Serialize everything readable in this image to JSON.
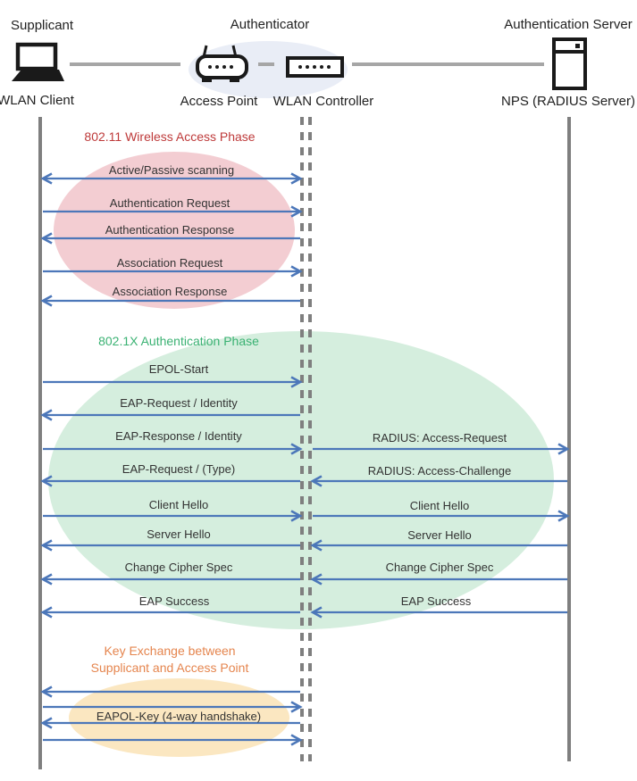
{
  "colors": {
    "arrow": "#4C77B9",
    "lifeline": "#7F7F7F",
    "connector": "#A6A6A6",
    "icon": "#1A1A1A",
    "message_text": "#333333",
    "authenticator_highlight": "#E9EDF6"
  },
  "header": {
    "roles": [
      {
        "label": "Supplicant"
      },
      {
        "label": "Authenticator"
      },
      {
        "label": "Authentication Server"
      }
    ],
    "devices": [
      {
        "label": "WLAN Client",
        "icon": "laptop-icon"
      },
      {
        "label": "Access Point",
        "icon": "access-point-icon"
      },
      {
        "label": "WLAN Controller",
        "icon": "wlan-controller-icon"
      },
      {
        "label": "NPS (RADIUS Server)",
        "icon": "server-icon"
      }
    ]
  },
  "phases": [
    {
      "title": "802.11 Wireless Access Phase",
      "title_color": "#BE3A3A",
      "ellipse_color": "#F3CDD2",
      "messages": [
        {
          "label": "Active/Passive scanning",
          "direction": "both",
          "segment": "client-controller"
        },
        {
          "label": "Authentication Request",
          "direction": "right",
          "segment": "client-controller"
        },
        {
          "label": "Authentication Response",
          "direction": "left",
          "segment": "client-controller"
        },
        {
          "label": "Association Request",
          "direction": "right",
          "segment": "client-controller"
        },
        {
          "label": "Association Response",
          "direction": "left",
          "segment": "client-controller"
        }
      ]
    },
    {
      "title": "802.1X Authentication Phase",
      "title_color": "#3BB273",
      "ellipse_color": "#D5EEDE",
      "left_messages": [
        {
          "label": "EPOL-Start",
          "direction": "right",
          "segment": "client-controller"
        },
        {
          "label": "EAP-Request / Identity",
          "direction": "left",
          "segment": "client-controller"
        },
        {
          "label": "EAP-Response / Identity",
          "direction": "right",
          "segment": "client-controller"
        },
        {
          "label": "EAP-Request / (Type)",
          "direction": "left",
          "segment": "client-controller"
        },
        {
          "label": "Client Hello",
          "direction": "right",
          "segment": "client-controller"
        },
        {
          "label": "Server Hello",
          "direction": "left",
          "segment": "client-controller"
        },
        {
          "label": "Change Cipher Spec",
          "direction": "left",
          "segment": "client-controller"
        },
        {
          "label": "EAP Success",
          "direction": "left",
          "segment": "client-controller"
        }
      ],
      "right_messages": [
        {
          "label": "RADIUS: Access-Request",
          "direction": "right",
          "segment": "controller-server"
        },
        {
          "label": "RADIUS: Access-Challenge",
          "direction": "left",
          "segment": "controller-server"
        },
        {
          "label": "Client Hello",
          "direction": "right",
          "segment": "controller-server"
        },
        {
          "label": "Server Hello",
          "direction": "left",
          "segment": "controller-server"
        },
        {
          "label": "Change Cipher Spec",
          "direction": "left",
          "segment": "controller-server"
        },
        {
          "label": "EAP Success",
          "direction": "left",
          "segment": "controller-server"
        }
      ]
    },
    {
      "title_line1": "Key Exchange between",
      "title_line2": "Supplicant and Access Point",
      "title_color": "#E5854E",
      "ellipse_color": "#FBE7C1",
      "label": "EAPOL-Key (4-way handshake)",
      "arrows": [
        {
          "direction": "left",
          "segment": "client-controller"
        },
        {
          "direction": "right",
          "segment": "client-controller"
        },
        {
          "direction": "left",
          "segment": "client-controller"
        },
        {
          "direction": "right",
          "segment": "client-controller"
        }
      ]
    }
  ]
}
